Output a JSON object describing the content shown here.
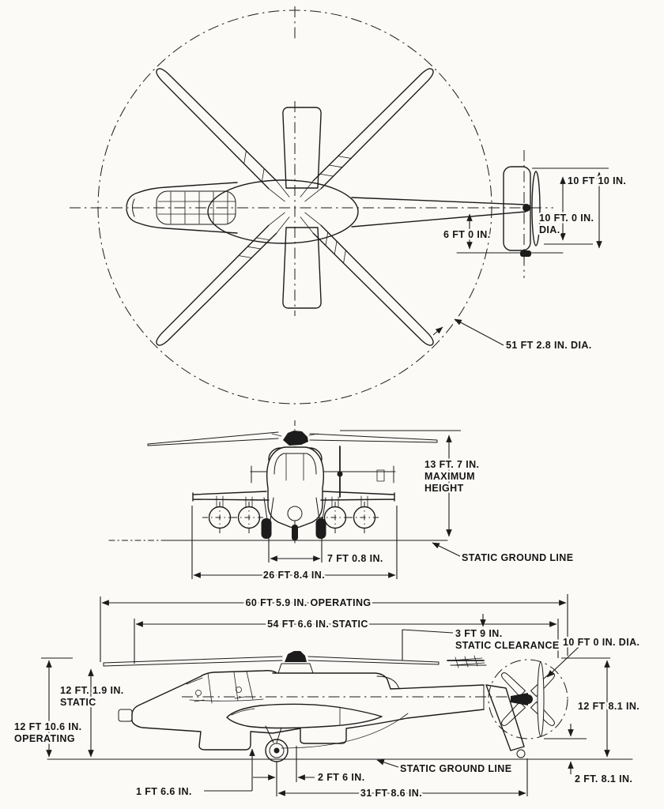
{
  "top_view": {
    "tail_span": "10 FT 10 IN.",
    "pusher_prop_dia": [
      "10 FT. 0 IN.",
      "DIA."
    ],
    "tail_offset": "6 FT 0 IN.",
    "main_rotor_dia": "51 FT 2.8 IN. DIA."
  },
  "front_view": {
    "max_height": [
      "13 FT. 7 IN.",
      "MAXIMUM",
      "HEIGHT"
    ],
    "ground_line": "STATIC GROUND LINE",
    "gear_track": "7 FT 0.8 IN.",
    "span": "26 FT 8.4 IN."
  },
  "side_view": {
    "length_operating": "60 FT 5.9 IN. OPERATING",
    "length_static": "54 FT 6.6 IN. STATIC",
    "static_clearance": [
      "3 FT 9 IN.",
      "STATIC CLEARANCE"
    ],
    "tail_rotor_dia": "10 FT 0 IN. DIA.",
    "height_static": [
      "12 FT. 1.9 IN.",
      "STATIC"
    ],
    "height_operating": [
      "12 FT 10.6 IN.",
      "OPERATING"
    ],
    "tail_height": "12 FT 8.1 IN.",
    "tail_clearance": "2 FT. 8.1 IN.",
    "gear_to_cg": "2 FT 6 IN.",
    "belly_clearance": "1 FT 6.6 IN.",
    "wheelbase": "31 FT 8.6 IN.",
    "ground_line": "STATIC GROUND LINE"
  }
}
